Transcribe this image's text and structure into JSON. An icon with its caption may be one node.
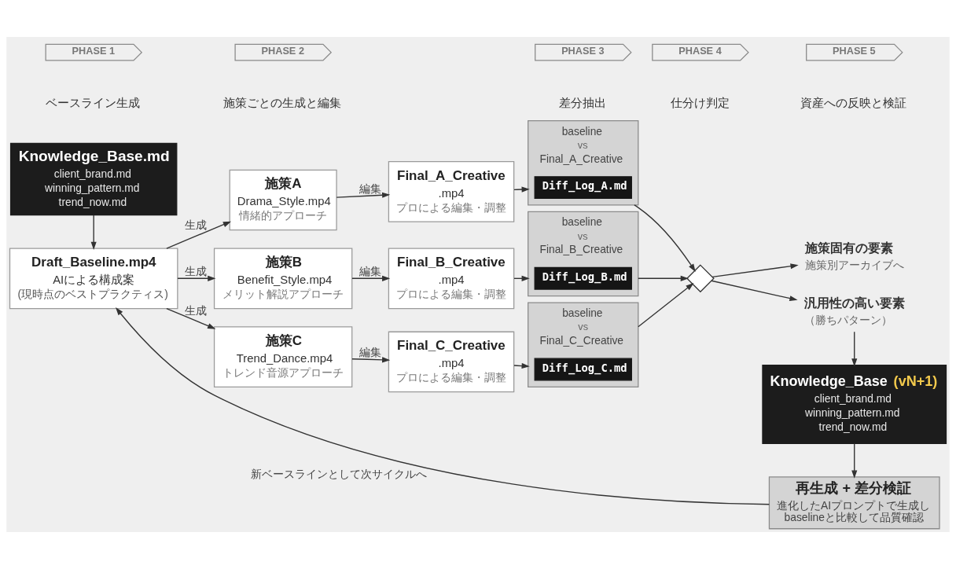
{
  "diagram": {
    "nodes": [
      {
        "text": [
          "PHASE 1"
        ],
        "beside": [
          "ベースライン生成"
        ]
      },
      {
        "text": [
          "PHASE 2"
        ],
        "beside": [
          "施策ごとの生成と編集"
        ]
      },
      {
        "text": [
          "PHASE 3"
        ],
        "beside": [
          "差分抽出"
        ]
      },
      {
        "text": [
          "PHASE 4"
        ],
        "beside": [
          "仕分け判定"
        ]
      },
      {
        "text": [
          "PHASE 5"
        ],
        "beside": [
          "資産への反映と検証"
        ]
      },
      {
        "text": [
          "Knowledge_Base.md",
          "client_brand.md",
          "winning_pattern.md",
          "trend_now.md"
        ]
      },
      {
        "text": [
          "Draft_Baseline.mp4",
          "AIによる構成案",
          "(現時点のベストプラクティス)"
        ]
      },
      {
        "text": [
          "施策A",
          "Drama_Style.mp4",
          "情緒的アプローチ"
        ]
      },
      {
        "text": [
          "Final_A_Creative",
          ".mp4",
          "プロによる編集・調整"
        ]
      },
      {
        "text": [
          "baseline",
          "vs",
          "Final_A_Creative"
        ]
      },
      {
        "text": [
          "Diff_Log_A.md"
        ],
        "in": 9
      },
      {
        "text": [
          "施策B",
          "Benefit_Style.mp4",
          "メリット解説アプローチ"
        ]
      },
      {
        "text": [
          "Final_B_Creative",
          ".mp4",
          "プロによる編集・調整"
        ]
      },
      {
        "text": [
          "baseline",
          "vs",
          "Final_B_Creative"
        ]
      },
      {
        "text": [
          "Diff_Log_B.md"
        ],
        "in": 13
      },
      {
        "text": [
          "施策C",
          "Trend_Dance.mp4",
          "トレンド音源アプローチ"
        ]
      },
      {
        "text": [
          "Final_C_Creative",
          ".mp4",
          "プロによる編集・調整"
        ]
      },
      {
        "text": [
          "baseline",
          "vs",
          "Final_C_Creative"
        ]
      },
      {
        "text": [
          "Diff_Log_C.md"
        ],
        "in": 17
      },
      {
        "text": [],
        "shape": "diamond"
      },
      {
        "text": [
          "施策固有の要素",
          "施策別アーカイブへ"
        ]
      },
      {
        "text": [
          "汎用性の高い要素",
          "（勝ちパターン）"
        ]
      },
      {
        "text": [
          "Knowledge_Base (vN+1)",
          "client_brand.md",
          "winning_pattern.md",
          "trend_now.md"
        ]
      },
      {
        "text": [
          "再生成 + 差分検証",
          "進化したAIプロンプトで生成しbaselineと比較して品質確認"
        ]
      }
    ],
    "edges": [
      {
        "from": 5,
        "to": 6,
        "arrow": "to"
      },
      {
        "from": 6,
        "to": 7,
        "arrow": "to",
        "label": "生成"
      },
      {
        "from": 6,
        "to": 11,
        "arrow": "to",
        "label": "生成"
      },
      {
        "from": 6,
        "to": 15,
        "arrow": "to",
        "label": "生成"
      },
      {
        "from": 7,
        "to": 8,
        "arrow": "to",
        "label": "編集"
      },
      {
        "from": 11,
        "to": 12,
        "arrow": "to",
        "label": "編集"
      },
      {
        "from": 15,
        "to": 16,
        "arrow": "to",
        "label": "編集"
      },
      {
        "from": 8,
        "to": 9,
        "arrow": "to"
      },
      {
        "from": 12,
        "to": 13,
        "arrow": "to"
      },
      {
        "from": 16,
        "to": 17,
        "arrow": "to"
      },
      {
        "from": 9,
        "to": 19,
        "arrow": "to"
      },
      {
        "from": 13,
        "to": 19,
        "arrow": "to"
      },
      {
        "from": 17,
        "to": 19,
        "arrow": "to"
      },
      {
        "from": 19,
        "to": 20,
        "arrow": "to"
      },
      {
        "from": 19,
        "to": 21,
        "arrow": "to"
      },
      {
        "from": 21,
        "to": 22,
        "arrow": "to"
      },
      {
        "from": 22,
        "to": 23,
        "arrow": "to"
      },
      {
        "from": 23,
        "to": 6,
        "arrow": "to",
        "label": "新ベースラインとして次サイクルへ"
      }
    ]
  }
}
